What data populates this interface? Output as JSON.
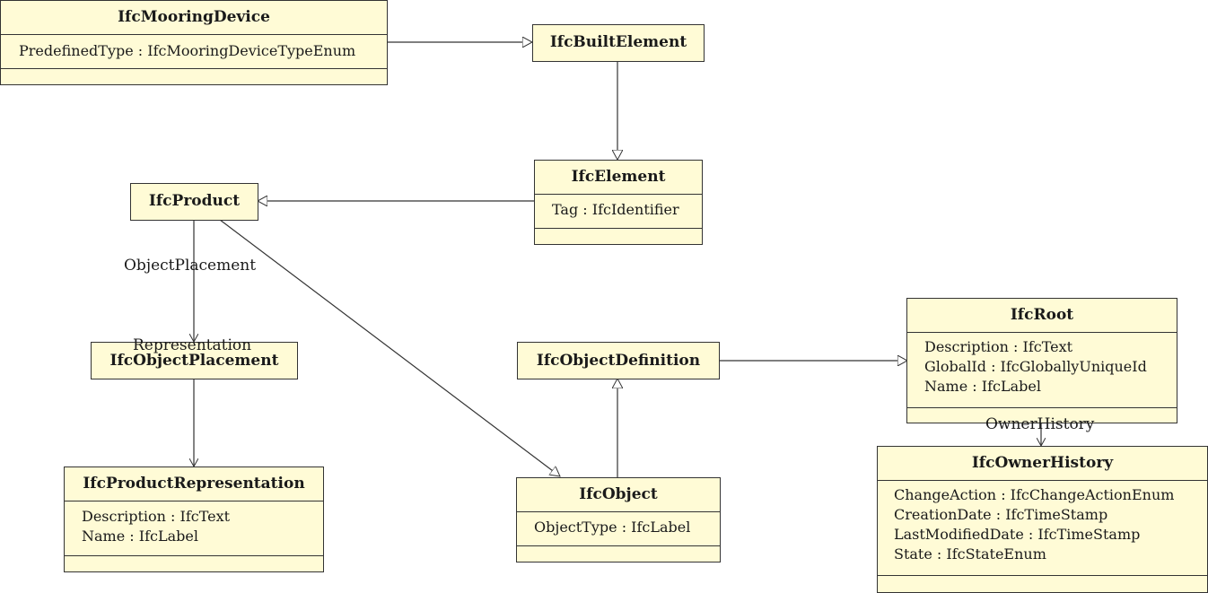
{
  "classes": {
    "mooring": {
      "name": "IfcMooringDevice",
      "attributes": [
        "PredefinedType : IfcMooringDeviceTypeEnum"
      ]
    },
    "built": {
      "name": "IfcBuiltElement",
      "attributes": []
    },
    "element": {
      "name": "IfcElement",
      "attributes": [
        "Tag : IfcIdentifier"
      ]
    },
    "product": {
      "name": "IfcProduct",
      "attributes": []
    },
    "placement": {
      "name": "IfcObjectPlacement",
      "attributes": []
    },
    "prodrep": {
      "name": "IfcProductRepresentation",
      "attributes": [
        "Description : IfcText",
        "Name : IfcLabel"
      ]
    },
    "objdef": {
      "name": "IfcObjectDefinition",
      "attributes": []
    },
    "object": {
      "name": "IfcObject",
      "attributes": [
        "ObjectType : IfcLabel"
      ]
    },
    "root": {
      "name": "IfcRoot",
      "attributes": [
        "Description : IfcText",
        "GlobalId : IfcGloballyUniqueId",
        "Name : IfcLabel"
      ]
    },
    "owner": {
      "name": "IfcOwnerHistory",
      "attributes": [
        "ChangeAction : IfcChangeActionEnum",
        "CreationDate : IfcTimeStamp",
        "LastModifiedDate : IfcTimeStamp",
        "State : IfcStateEnum"
      ]
    }
  },
  "associations": {
    "object_placement": "ObjectPlacement",
    "representation": "Representation",
    "owner_history": "OwnerHistory"
  }
}
